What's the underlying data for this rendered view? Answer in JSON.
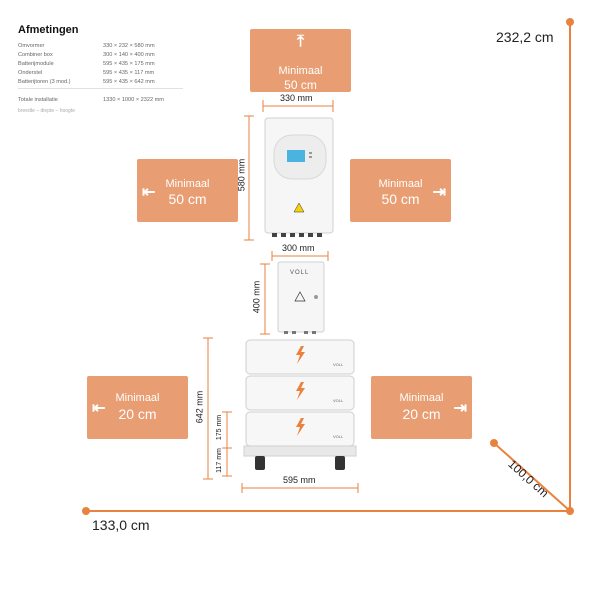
{
  "title": "Afmetingen",
  "specs": [
    {
      "label": "Omvormer",
      "value": "330 × 232 × 580 mm"
    },
    {
      "label": "Combiner box",
      "value": "300 × 140 × 400 mm"
    },
    {
      "label": "Batterijmodule",
      "value": "595 × 435 × 175 mm"
    },
    {
      "label": "Onderstel",
      "value": "595 × 435 × 117 mm"
    },
    {
      "label": "Batterijtoren (3 mod.)",
      "value": "595 × 435 × 642 mm"
    }
  ],
  "total": {
    "label": "Totale installatie",
    "value": "1330 × 1000 × 2322 mm"
  },
  "legend": "breedte – diepte – hoogte",
  "clearances": {
    "top": {
      "title": "Minimaal",
      "value": "50 cm"
    },
    "inverter_left": {
      "title": "Minimaal",
      "value": "50 cm"
    },
    "inverter_right": {
      "title": "Minimaal",
      "value": "50 cm"
    },
    "battery_left": {
      "title": "Minimaal",
      "value": "20 cm"
    },
    "battery_right": {
      "title": "Minimaal",
      "value": "20 cm"
    }
  },
  "dimensions": {
    "inverter_width": "330 mm",
    "inverter_height": "580 mm",
    "combiner_width": "300 mm",
    "combiner_height": "400 mm",
    "battery_height": "642 mm",
    "module_height": "175 mm",
    "base_height": "117 mm",
    "battery_width": "595 mm"
  },
  "total_dims": {
    "height": "232,2 cm",
    "depth": "100,0 cm",
    "width": "133,0 cm"
  },
  "brand": "VOLL",
  "colors": {
    "accent": "#e9823f",
    "box": "#e89d72",
    "screen": "#4ab3e0"
  }
}
